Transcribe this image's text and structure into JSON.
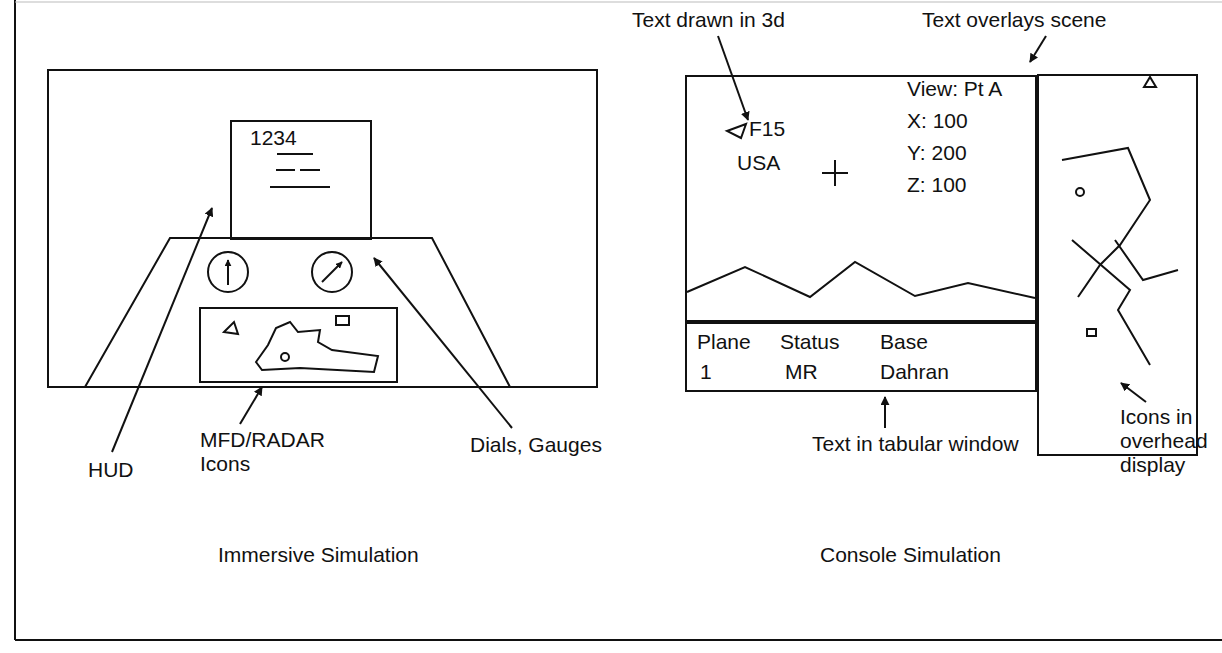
{
  "diagram": {
    "nodes": [
      {
        "text": [
          "1234"
        ]
      },
      {
        "text": [
          "F15",
          "USA",
          "View: Pt A",
          "X: 100",
          "Y: 200",
          "Z: 100"
        ]
      },
      {
        "text": [
          "Plane",
          "Status",
          "Base",
          "1",
          "MR",
          "Dahran"
        ]
      }
    ],
    "labels": [
      "Text drawn in 3d",
      "Text overlays scene",
      "HUD",
      "MFD/RADAR Icons",
      "Dials, Gauges",
      "Immersive Simulation",
      "Text in tabular window",
      "Icons in overhead display",
      "Console Simulation"
    ]
  }
}
